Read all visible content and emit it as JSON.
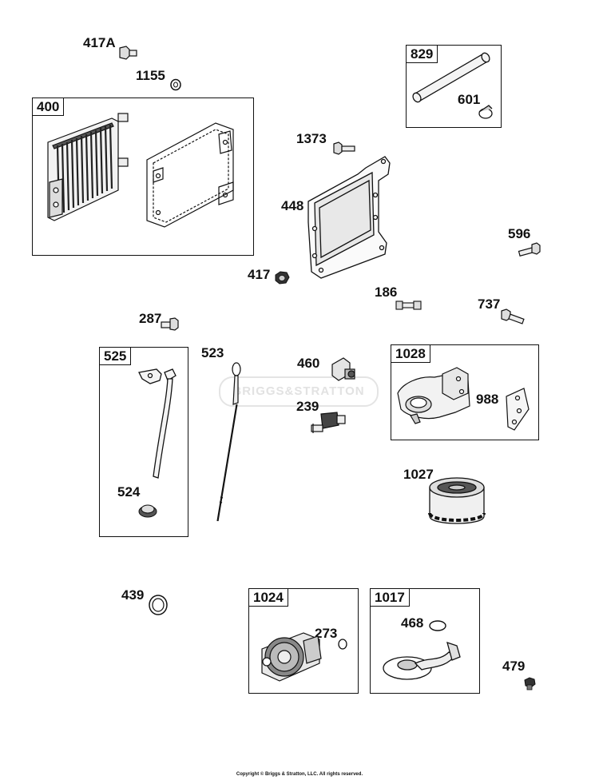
{
  "parts": {
    "p417A": "417A",
    "p1155": "1155",
    "p1373": "1373",
    "p448": "448",
    "p596": "596",
    "p417": "417",
    "p186": "186",
    "p737": "737",
    "p287": "287",
    "p523": "523",
    "p460": "460",
    "p239": "239",
    "p1027": "1027",
    "p524": "524",
    "p439": "439",
    "p479": "479",
    "p601": "601",
    "p988": "988",
    "p273": "273",
    "p468": "468"
  },
  "kits": {
    "k400": "400",
    "k829": "829",
    "k525": "525",
    "k1028": "1028",
    "k1024": "1024",
    "k1017": "1017"
  },
  "watermark": "BRIGGS&STRATTON",
  "copyright": "Copyright © Briggs & Stratton, LLC. All rights reserved."
}
